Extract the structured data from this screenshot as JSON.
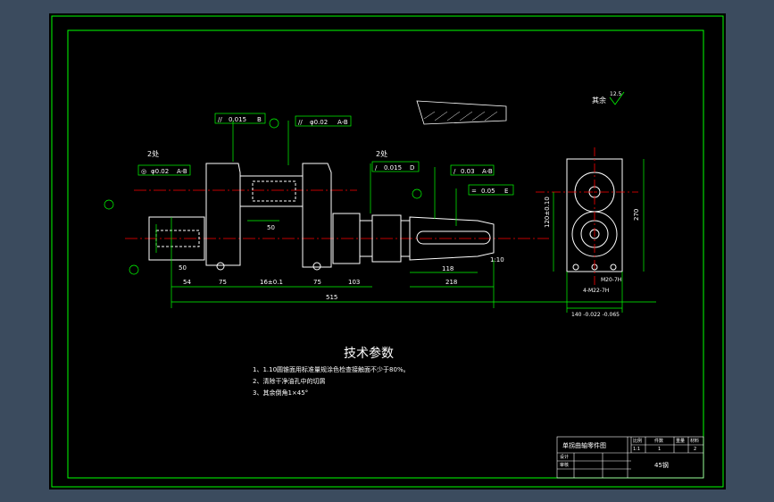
{
  "tech": {
    "title": "技术参数",
    "notes": [
      "1、1.10圆锥面用标准量规涂色检查接触面不少于80%。",
      "2、清除干净油孔中的切屑",
      "3、其余倒角1×45°"
    ]
  },
  "title_block": {
    "part_name": "单拐曲轴零件图",
    "material": "45钢",
    "row_labels": [
      "设计",
      "审核"
    ],
    "header_cells": [
      "比例",
      "件数",
      "重量",
      "材料"
    ],
    "values": [
      "1:1",
      "1",
      "",
      "2"
    ],
    "scale_label": "比例"
  },
  "roughness": {
    "label": "其余",
    "value": "12.5"
  },
  "callouts": {
    "two_places_top": "2处",
    "two_places_left": "2处"
  },
  "gdt_frames": [
    {
      "sym": "//",
      "tol": "0.015",
      "datum": "B"
    },
    {
      "sym": "//",
      "tol": "φ0.02",
      "datum": "A-B"
    },
    {
      "sym": "◎",
      "tol": "φ0.02",
      "datum": "A-B"
    },
    {
      "sym": "/",
      "tol": "0.015",
      "datum": "D"
    },
    {
      "sym": "/",
      "tol": "0.03",
      "datum": "A-B"
    },
    {
      "sym": "=",
      "tol": "0.05",
      "datum": "E"
    }
  ],
  "dims": {
    "d54": "54",
    "d75a": "75",
    "d16": "16±0.1",
    "d75b": "75",
    "d103": "103",
    "d218": "218",
    "d515": "515",
    "d50a": "50",
    "d50b": "50",
    "d118": "118",
    "ratio": "1:10",
    "d140": "140 -0.022 -0.065",
    "d270": "270",
    "d120": "120±0.10",
    "d4m22": "4-M22-7H",
    "m20": "M20-7H"
  }
}
